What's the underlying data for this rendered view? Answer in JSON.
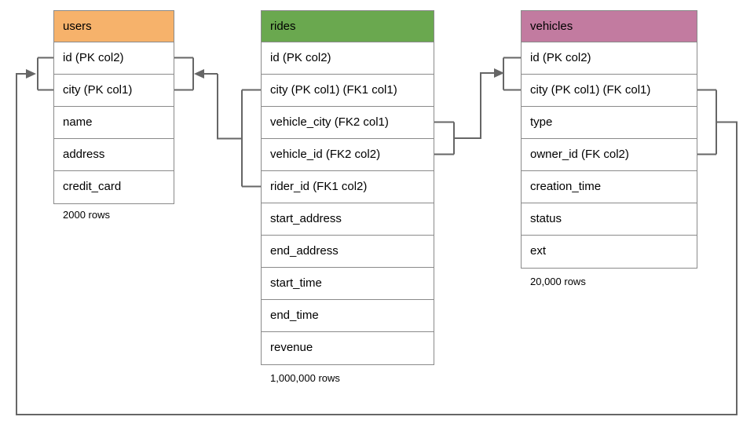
{
  "diagram": {
    "tables": [
      {
        "name": "users",
        "header_color": "#f6b26b",
        "columns": [
          "id (PK col2)",
          "city (PK col1)",
          "name",
          "address",
          "credit_card"
        ],
        "row_count": "2000 rows"
      },
      {
        "name": "rides",
        "header_color": "#6aa84f",
        "columns": [
          "id (PK col2)",
          "city (PK col1) (FK1 col1)",
          "vehicle_city (FK2 col1)",
          "vehicle_id (FK2 col2)",
          "rider_id (FK1 col2)",
          "start_address",
          "end_address",
          "start_time",
          "end_time",
          "revenue"
        ],
        "row_count": "1,000,000 rows"
      },
      {
        "name": "vehicles",
        "header_color": "#c27ba0",
        "columns": [
          "id (PK col2)",
          "city (PK col1) (FK col1)",
          "type",
          "owner_id (FK col2)",
          "creation_time",
          "status",
          "ext"
        ],
        "row_count": "20,000 rows"
      }
    ],
    "relationships": [
      {
        "from_table": "rides",
        "from_columns": [
          "city (PK col1) (FK1 col1)",
          "rider_id (FK1 col2)"
        ],
        "to_table": "users",
        "to_columns": [
          "id (PK col2)",
          "city (PK col1)"
        ]
      },
      {
        "from_table": "rides",
        "from_columns": [
          "vehicle_city (FK2 col1)",
          "vehicle_id (FK2 col2)"
        ],
        "to_table": "vehicles",
        "to_columns": [
          "id (PK col2)",
          "city (PK col1) (FK col1)"
        ]
      },
      {
        "from_table": "vehicles",
        "from_columns": [
          "city (PK col1) (FK col1)",
          "owner_id (FK col2)"
        ],
        "to_table": "users",
        "to_columns": [
          "id (PK col2)",
          "city (PK col1)"
        ]
      }
    ],
    "colors": {
      "users_header": "#f6b26b",
      "rides_header": "#6aa84f",
      "vehicles_header": "#c27ba0",
      "connector": "#666666",
      "table_border": "#8a8a8a",
      "text": "#000000",
      "background": "#ffffff"
    }
  }
}
